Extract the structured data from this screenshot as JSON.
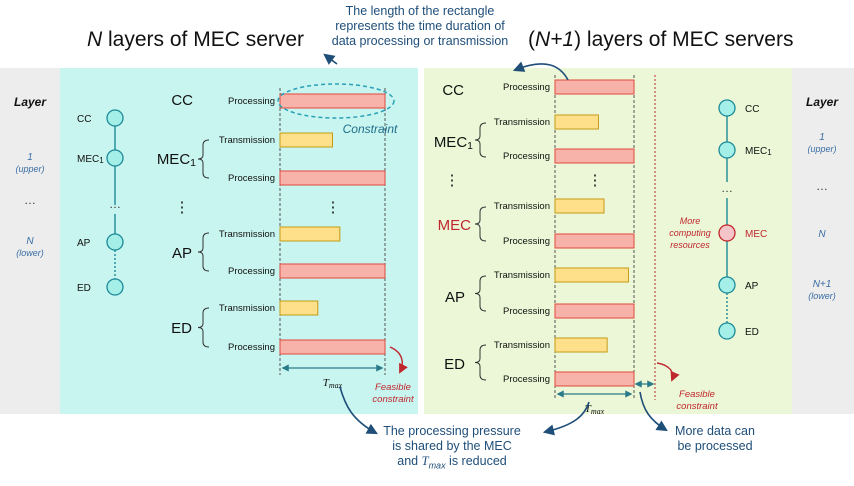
{
  "titles": {
    "left_title_var": "N",
    "left_title_rest": " layers of MEC server",
    "right_title_open": "(",
    "right_title_var": "N+1",
    "right_title_rest": ") layers of MEC servers"
  },
  "top_note": {
    "line1": "The length of the rectangle",
    "line2": "represents the time duration of",
    "line3": "data processing or transmission"
  },
  "bottom_note_mid": {
    "line1": "The processing pressure",
    "line2": "is shared by the MEC",
    "line3_var": "T",
    "line3_sub": "max",
    "line3_rest": " is reduced",
    "line3_pre": "and "
  },
  "bottom_note_right": {
    "line1": "More data can",
    "line2": "be processed"
  },
  "layer_heading": "Layer",
  "left_hierarchy": {
    "nodes": [
      "CC",
      "MEC1",
      "AP",
      "ED"
    ],
    "ellipsis": "…",
    "layer_labels": [
      "1",
      "(upper)",
      "…",
      "N",
      "(lower)"
    ]
  },
  "right_hierarchy": {
    "nodes": [
      "CC",
      "MEC1",
      "MEC",
      "AP",
      "ED"
    ],
    "ellipsis": "…",
    "more_resources": [
      "More",
      "computing",
      "resources"
    ],
    "layer_labels": [
      "1",
      "(upper)",
      "…",
      "N",
      "N+1",
      "(lower)"
    ]
  },
  "left_timeline": {
    "groups": [
      "CC",
      "MEC1",
      "⋮",
      "AP",
      "ED"
    ],
    "rows": [
      {
        "label": "Processing",
        "kind": "processing",
        "duration": 1.0
      },
      {
        "label": "Transmission",
        "kind": "transmission",
        "duration": 0.5
      },
      {
        "label": "Processing",
        "kind": "processing",
        "duration": 1.0
      },
      {
        "label": "Transmission",
        "kind": "transmission",
        "duration": 0.57
      },
      {
        "label": "Processing",
        "kind": "processing",
        "duration": 1.0
      },
      {
        "label": "Transmission",
        "kind": "transmission",
        "duration": 0.36
      },
      {
        "label": "Processing",
        "kind": "processing",
        "duration": 1.0
      }
    ],
    "constraint_label": "Constraint",
    "tmax_var": "T",
    "tmax_sub": "max",
    "feasible": [
      "Feasible",
      "constraint"
    ]
  },
  "right_timeline": {
    "groups": [
      "CC",
      "MEC1",
      "⋮",
      "MEC",
      "AP",
      "ED"
    ],
    "rows": [
      {
        "label": "Processing",
        "kind": "processing",
        "duration": 1.0
      },
      {
        "label": "Transmission",
        "kind": "transmission",
        "duration": 0.55
      },
      {
        "label": "Processing",
        "kind": "processing",
        "duration": 1.0
      },
      {
        "label": "Transmission",
        "kind": "transmission",
        "duration": 0.62
      },
      {
        "label": "Processing",
        "kind": "processing",
        "duration": 1.0
      },
      {
        "label": "Transmission",
        "kind": "transmission",
        "duration": 0.93
      },
      {
        "label": "Processing",
        "kind": "processing",
        "duration": 1.0
      },
      {
        "label": "Transmission",
        "kind": "transmission",
        "duration": 0.66
      },
      {
        "label": "Processing",
        "kind": "processing",
        "duration": 1.0
      }
    ],
    "tmax_var": "T",
    "tmax_sub": "max",
    "feasible": [
      "Feasible",
      "constraint"
    ]
  },
  "colors": {
    "left_panel": "#c8f5ef",
    "right_panel": "#ebf7d6",
    "side_panel": "#ededed",
    "processing": "#f7b3aa",
    "processing_border": "#e0483e",
    "transmission": "#ffe08a",
    "transmission_border": "#c49a16",
    "node": "#a4efe7",
    "node_border": "#1c8a98",
    "node_highlight": "#f5c4c9",
    "arrow": "#1f4e79",
    "accent_red": "#c0262d"
  }
}
